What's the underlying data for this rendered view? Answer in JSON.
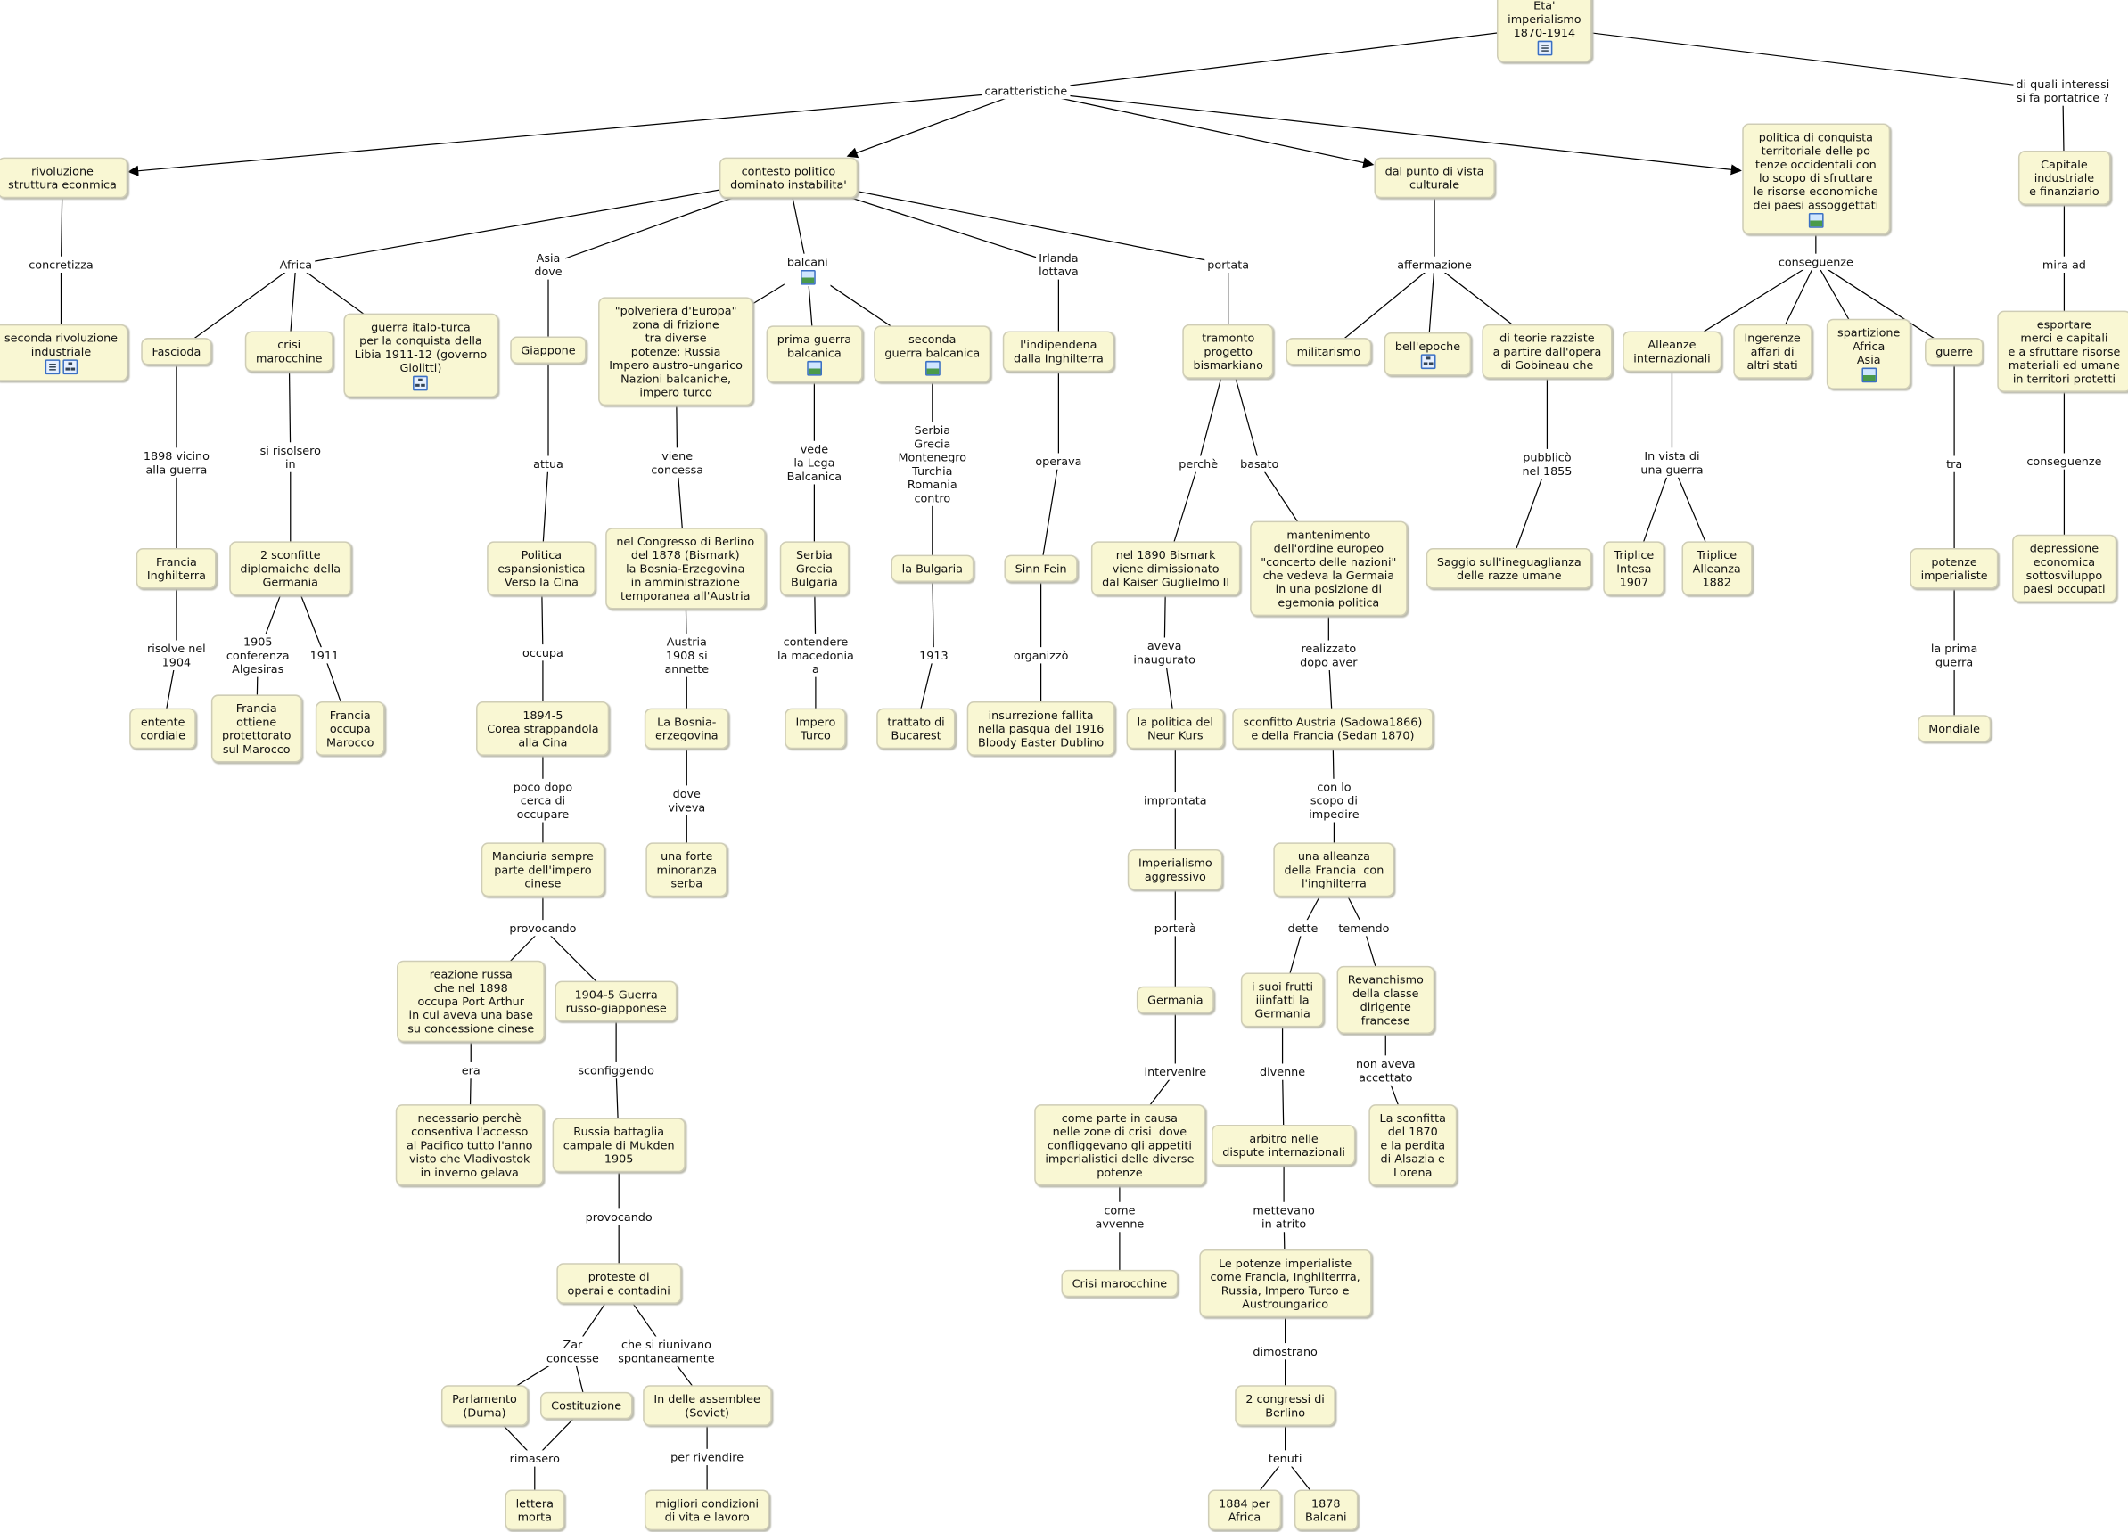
{
  "nodes": {
    "root": {
      "text": "Eta'\nimperialismo\n1870-1914",
      "icons": [
        "document-icon"
      ]
    },
    "riv": {
      "text": "rivoluzione\nstruttura econmica"
    },
    "contesto": {
      "text": "contesto politico\ndominato instabilita'"
    },
    "culturale": {
      "text": "dal punto di vista\nculturale"
    },
    "politica": {
      "text": "politica di conquista\nterritoriale delle po\ntenze occidentali con\nlo scopo di sfruttare\nle risorse economiche\ndei paesi assoggettati",
      "icons": [
        "image-icon"
      ]
    },
    "capitale": {
      "text": "Capitale\nindustriale\ne finanziario"
    },
    "seconda_riv": {
      "text": "seconda rivoluzione\nindustriale",
      "icons": [
        "document-icon",
        "hierarchy-icon"
      ]
    },
    "fascioda": {
      "text": "Fascioda"
    },
    "crisi": {
      "text": "crisi\nmarocchine"
    },
    "guerra_it": {
      "text": "guerra italo-turca\nper la conquista della\nLibia 1911-12 (governo\nGiolitti)",
      "icons": [
        "hierarchy-icon"
      ]
    },
    "giappone": {
      "text": "Giappone"
    },
    "polveriera": {
      "text": "\"polveriera d'Europa\"\nzona di frizione\ntra diverse\npotenze: Russia\nImpero austro-ungarico\nNazioni balcaniche,\nimpero turco"
    },
    "prima": {
      "text": "prima guerra\nbalcanica",
      "icons": [
        "image-icon"
      ]
    },
    "seconda_g": {
      "text": "seconda\nguerra balcanica",
      "icons": [
        "image-icon"
      ]
    },
    "indip": {
      "text": "l'indipendena\ndalla Inghilterra"
    },
    "tramonto": {
      "text": "tramonto\nprogetto\nbismarkiano"
    },
    "militarismo": {
      "text": "militarismo"
    },
    "belle": {
      "text": "bell'epoche",
      "icons": [
        "hierarchy-icon"
      ]
    },
    "teorie": {
      "text": "di teorie razziste\na partire dall'opera\ndi Gobineau che"
    },
    "alleanze": {
      "text": "Alleanze\ninternazionali"
    },
    "ingerenze": {
      "text": "Ingerenze\naffari di\naltri stati"
    },
    "spartizione": {
      "text": "spartizione\nAfrica\nAsia",
      "icons": [
        "image-icon"
      ]
    },
    "guerre": {
      "text": "guerre"
    },
    "esportare": {
      "text": "esportare\nmerci e capitali\ne a sfruttare risorse\nmateriali ed umane\nin territori protetti"
    },
    "francia_ing": {
      "text": "Francia\nInghilterra"
    },
    "sconfitte2": {
      "text": "2 sconfitte\ndiplomaiche della\nGermania"
    },
    "politica_esp": {
      "text": "Politica\nespansionistica\nVerso la Cina"
    },
    "congresso": {
      "text": "nel Congresso di Berlino\ndel 1878 (Bismark)\nla Bosnia-Erzegovina\nin amministrazione\ntemporanea all'Austria"
    },
    "serbia_gb": {
      "text": "Serbia\nGrecia\nBulgaria"
    },
    "bulgaria": {
      "text": "la Bulgaria"
    },
    "sinn": {
      "text": "Sinn Fein"
    },
    "n1890": {
      "text": "nel 1890 Bismark\nviene dimissionato\ndal Kaiser Guglielmo II"
    },
    "mantenimento": {
      "text": "mantenimento\ndell'ordine europeo\n\"concerto delle nazioni\"\nche vedeva la Germaia\nin una posizione di\negemonia politica"
    },
    "saggio": {
      "text": "Saggio sull'ineguaglianza\ndelle razze umane"
    },
    "triplice_i": {
      "text": "Triplice\nIntesa\n1907"
    },
    "triplice_a": {
      "text": "Triplice\nAlleanza\n1882"
    },
    "potenze": {
      "text": "potenze\nimperialiste"
    },
    "depressione": {
      "text": "depressione\neconomica\nsottosviluppo\npaesi occupati"
    },
    "entente": {
      "text": "entente\ncordiale"
    },
    "francia_ott": {
      "text": "Francia\nottiene\nprotettorato\nsul Marocco"
    },
    "francia_occ": {
      "text": "Francia\noccupa\nMarocco"
    },
    "corea": {
      "text": "1894-5\nCorea strappandola\nalla Cina"
    },
    "bosnia": {
      "text": "La Bosnia-\nerzegovina"
    },
    "impero_t": {
      "text": "Impero\nTurco"
    },
    "trattato": {
      "text": "trattato di\nBucarest"
    },
    "insurrezione": {
      "text": "insurrezione fallita\nnella pasqua del 1916\nBloody Easter Dublino"
    },
    "neur": {
      "text": "la politica del\nNeur Kurs"
    },
    "sconfitto": {
      "text": "sconfitto Austria (Sadowa1866)\ne della Francia (Sedan 1870)"
    },
    "mondiale": {
      "text": "Mondiale"
    },
    "manciuria": {
      "text": "Manciuria sempre\nparte dell'impero\ncinese"
    },
    "minoranza": {
      "text": "una forte\nminoranza\nserba"
    },
    "imp_aggr": {
      "text": "Imperialismo\naggressivo"
    },
    "alleanza_fr": {
      "text": "una alleanza\ndella Francia  con\nl'inghilterra"
    },
    "reazione": {
      "text": "reazione russa\nche nel 1898\noccupa Port Arthur\nin cui aveva una base\nsu concessione cinese"
    },
    "guerra_rg": {
      "text": "1904-5 Guerra\nrusso-giapponese"
    },
    "germania": {
      "text": "Germania"
    },
    "frutti": {
      "text": "i suoi frutti\niiinfatti la\nGermania"
    },
    "revanchismo": {
      "text": "Revanchismo\ndella classe\ndirigente\nfrancese"
    },
    "necessario": {
      "text": "necessario perchè\nconsentiva l'accesso\nal Pacifico tutto l'anno\nvisto che Vladivostok\nin inverno gelava"
    },
    "russia_batt": {
      "text": "Russia battaglia\ncampale di Mukden\n1905"
    },
    "come_parte": {
      "text": "come parte in causa\nnelle zone di crisi  dove\nconfliggevano gli appetiti\nimperialistici delle diverse\npotenze"
    },
    "arbitro": {
      "text": "arbitro nelle\ndispute internazionali"
    },
    "sconfitta1870": {
      "text": "La sconfitta\ndel 1870\ne la perdita\ndi Alsazia e\nLorena"
    },
    "proteste": {
      "text": "proteste di\noperai e contadini"
    },
    "crisi_mar2": {
      "text": "Crisi marocchine"
    },
    "potenze_imp": {
      "text": "Le potenze imperialiste\ncome Francia, Inghilterrra,\nRussia, Impero Turco e\nAustroungarico"
    },
    "parlamento": {
      "text": "Parlamento\n(Duma)"
    },
    "costituzione": {
      "text": "Costituzione"
    },
    "assemblee": {
      "text": "In delle assemblee\n(Soviet)"
    },
    "congressi2": {
      "text": "2 congressi di\nBerlino"
    },
    "lettera": {
      "text": "lettera\nmorta"
    },
    "migliori": {
      "text": "migliori condizioni\ndi vita e lavoro"
    },
    "n1884": {
      "text": "1884 per\nAfrica"
    },
    "n1878": {
      "text": "1878\nBalcani"
    }
  },
  "links": {
    "caratt": {
      "text": "caratteristiche"
    },
    "interessi": {
      "text": "di quali interessi\nsi fa portatrice ?"
    },
    "concretizza": {
      "text": "concretizza"
    },
    "africa": {
      "text": "Africa"
    },
    "asia": {
      "text": "Asia\ndove"
    },
    "balcani": {
      "text": "balcani",
      "icons": [
        "image-icon"
      ]
    },
    "irlanda": {
      "text": "Irlanda\nlottava"
    },
    "portata": {
      "text": "portata"
    },
    "affermazione": {
      "text": "affermazione"
    },
    "conseguenze1": {
      "text": "conseguenze"
    },
    "mira": {
      "text": "mira ad"
    },
    "l1898": {
      "text": "1898 vicino\nalla guerra"
    },
    "risolsero": {
      "text": "si risolsero\nin"
    },
    "attua": {
      "text": "attua"
    },
    "viene": {
      "text": "viene\nconcessa"
    },
    "vede": {
      "text": "vede\nla Lega\nBalcanica"
    },
    "serbia_list": {
      "text": "Serbia\nGrecia\nMontenegro\nTurchia\nRomania\ncontro"
    },
    "operava": {
      "text": "operava"
    },
    "perche": {
      "text": "perchè"
    },
    "basato": {
      "text": "basato"
    },
    "pubblico": {
      "text": "pubblicò\nnel 1855"
    },
    "invista": {
      "text": "In vista di\nuna guerra"
    },
    "tra": {
      "text": "tra"
    },
    "conseguenze2": {
      "text": "conseguenze"
    },
    "risolve": {
      "text": "risolve nel\n1904"
    },
    "l1905": {
      "text": "1905\nconferenza\nAlgesiras"
    },
    "l1911": {
      "text": "1911"
    },
    "occupa": {
      "text": "occupa"
    },
    "austria": {
      "text": "Austria\n1908 si\nannette"
    },
    "contendere": {
      "text": "contendere\nla macedonia\na"
    },
    "l1913": {
      "text": "1913"
    },
    "organizzo": {
      "text": "organizzò"
    },
    "aveva": {
      "text": "aveva\ninaugurato"
    },
    "realizzato": {
      "text": "realizzato\ndopo aver"
    },
    "prima_guerra": {
      "text": "la prima\nguerra"
    },
    "pocodopo": {
      "text": "poco dopo\ncerca di\noccupare"
    },
    "dove_viveva": {
      "text": "dove\nviveva"
    },
    "improntata": {
      "text": "improntata"
    },
    "conlo": {
      "text": "con lo\nscopo di\nimpedire"
    },
    "provocando1": {
      "text": "provocando"
    },
    "portera": {
      "text": "porterà"
    },
    "dette": {
      "text": "dette"
    },
    "temendo": {
      "text": "temendo"
    },
    "era": {
      "text": "era"
    },
    "sconfiggendo": {
      "text": "sconfiggendo"
    },
    "intervenire": {
      "text": "intervenire"
    },
    "divenne": {
      "text": "divenne"
    },
    "nonaveva": {
      "text": "non aveva\naccettato"
    },
    "provocando2": {
      "text": "provocando"
    },
    "come_avvenne": {
      "text": "come\navvenne"
    },
    "mettevano": {
      "text": "mettevano\nin atrito"
    },
    "zar": {
      "text": "Zar\nconcesse"
    },
    "che_si": {
      "text": "che si riunivano\nspontaneamente"
    },
    "dimostrano": {
      "text": "dimostrano"
    },
    "rimasero": {
      "text": "rimasero"
    },
    "per_rivendire": {
      "text": "per rivendire"
    },
    "tenuti": {
      "text": "tenuti"
    }
  },
  "colors": {
    "node_fill": "#f9f7d3",
    "node_border": "#cfcdb6",
    "line": "#000000",
    "icon": "#3a6fc4"
  }
}
